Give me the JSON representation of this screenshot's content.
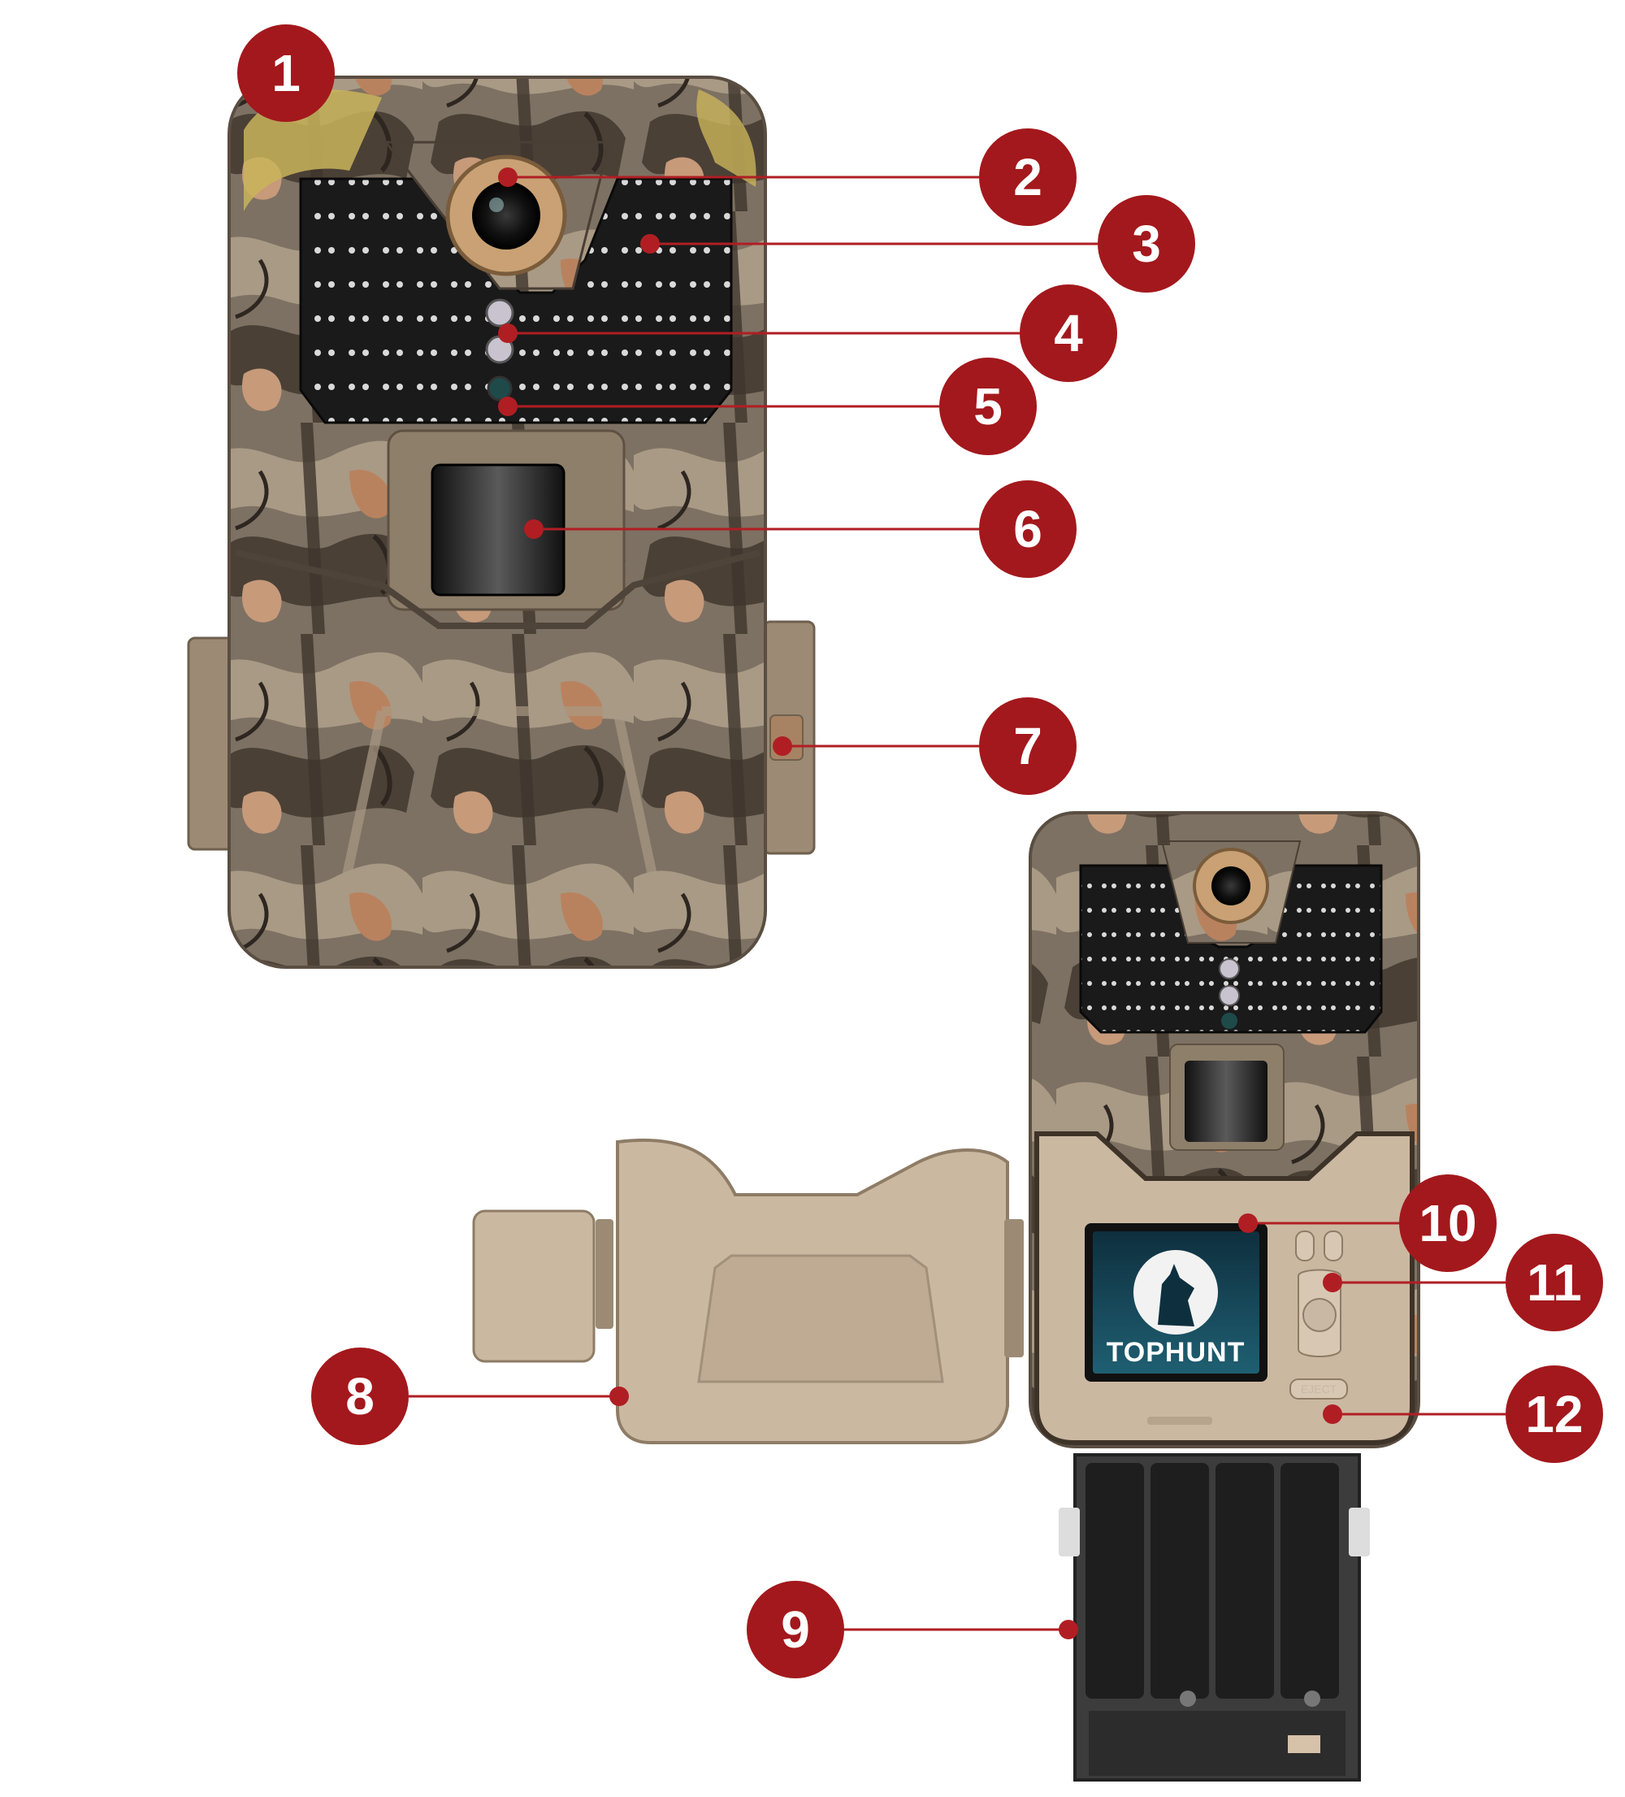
{
  "screen": {
    "brand_text": "TOPHUNT"
  },
  "eject_label": "EJECT",
  "colors": {
    "callout": "#a3181c",
    "leader": "#b01e23",
    "camo_base": "#7d7163",
    "camo_dark": "#3f352c",
    "camo_light": "#a99a85",
    "camo_yellow": "#c9b45a",
    "camo_rust": "#b9825f",
    "housing_tan": "#cbb8a1",
    "ir_panel": "#1a1a1a",
    "battery_tray": "#3c3c3c"
  },
  "callouts": [
    {
      "id": "1",
      "label": "1"
    },
    {
      "id": "2",
      "label": "2"
    },
    {
      "id": "3",
      "label": "3"
    },
    {
      "id": "4",
      "label": "4"
    },
    {
      "id": "5",
      "label": "5"
    },
    {
      "id": "6",
      "label": "6"
    },
    {
      "id": "7",
      "label": "7"
    },
    {
      "id": "8",
      "label": "8"
    },
    {
      "id": "9",
      "label": "9"
    },
    {
      "id": "10",
      "label": "10"
    },
    {
      "id": "11",
      "label": "11"
    },
    {
      "id": "12",
      "label": "12"
    }
  ]
}
